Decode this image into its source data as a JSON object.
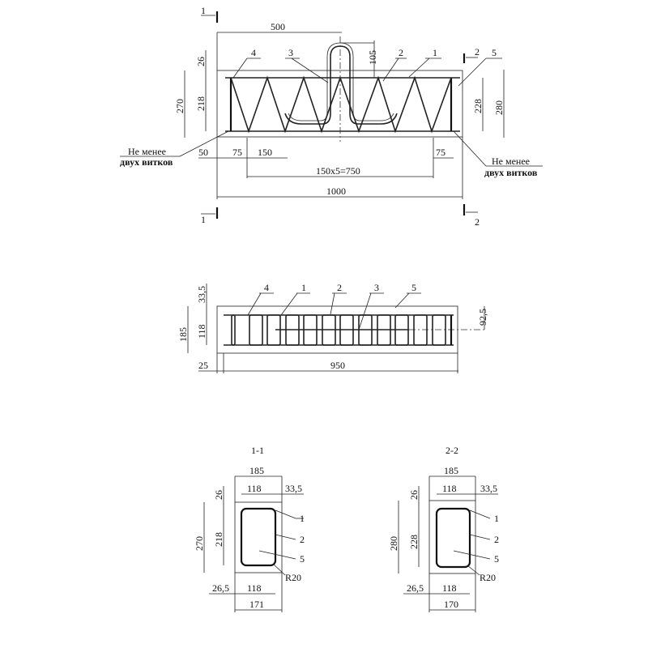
{
  "elevation": {
    "section_marks": {
      "s1_top": "1",
      "s1_bottom": "1",
      "s2_top": "2",
      "s2_bottom": "2"
    },
    "dims": {
      "d500": "500",
      "d105": "105",
      "d26": "26",
      "d270": "270",
      "d218": "218",
      "d228": "228",
      "d280": "280",
      "d50": "50",
      "d75a": "75",
      "d150": "150",
      "d75b": "75",
      "d750": "150x5=750",
      "d1000": "1000"
    },
    "callouts": {
      "c4": "4",
      "c3": "3",
      "c2": "2",
      "c1": "1",
      "c5": "5"
    },
    "notes": {
      "left_l1": "Не менее",
      "left_l2": "двух витков",
      "right_l1": "Не менее",
      "right_l2": "двух витков"
    }
  },
  "plan": {
    "dims": {
      "d33": "33,5",
      "d185": "185",
      "d118": "118",
      "d92": "92,5",
      "d25": "25",
      "d950": "950"
    },
    "callouts": {
      "c4": "4",
      "c1": "1",
      "c2": "2",
      "c3": "3",
      "c5": "5"
    }
  },
  "section_1": {
    "title": "1-1",
    "dims": {
      "top185": "185",
      "top118": "118",
      "top33": "33,5",
      "d26": "26",
      "d270": "270",
      "d218": "218",
      "b26": "26,5",
      "b118": "118",
      "b171": "171"
    },
    "callouts": {
      "c1": "1",
      "c2": "2",
      "c5": "5",
      "r": "R20"
    }
  },
  "section_2": {
    "title": "2-2",
    "dims": {
      "top185": "185",
      "top118": "118",
      "top33": "33,5",
      "d26": "26",
      "d280": "280",
      "d228": "228",
      "b26": "26,5",
      "b118": "118",
      "b170": "170"
    },
    "callouts": {
      "c1": "1",
      "c2": "2",
      "c5": "5",
      "r": "R20"
    }
  }
}
